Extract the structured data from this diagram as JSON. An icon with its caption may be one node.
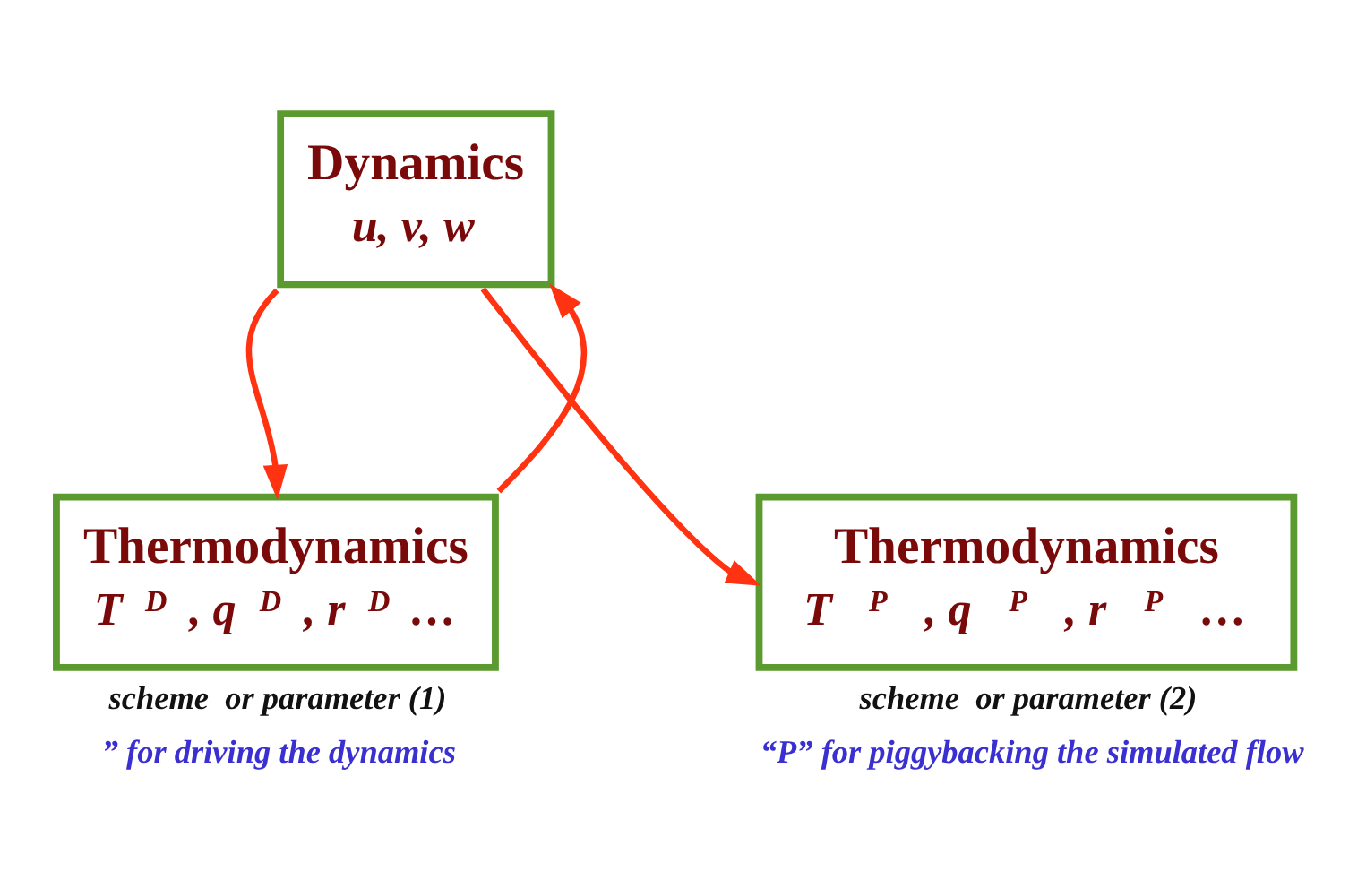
{
  "diagram": {
    "nodes": [
      {
        "text": [
          "Dynamics",
          "u, v, w"
        ]
      },
      {
        "text": [
          "Thermodynamics",
          "T$^{D}$, q$^{D}$, r$^{D}$…"
        ],
        "beside": [
          "scheme  or parameter (1)",
          "” for driving the dynamics"
        ]
      },
      {
        "text": [
          "Thermodynamics",
          "T$^{P}$, q$^{P}$, r$^{P}$…"
        ],
        "beside": [
          "scheme  or parameter (2)",
          "“P” for piggybacking the simulated flow"
        ]
      }
    ],
    "edges": [
      {
        "from": 0,
        "to": 1,
        "arrow": "to"
      },
      {
        "from": 1,
        "to": 0,
        "arrow": "to"
      },
      {
        "from": 0,
        "to": 2,
        "arrow": "to"
      }
    ]
  }
}
